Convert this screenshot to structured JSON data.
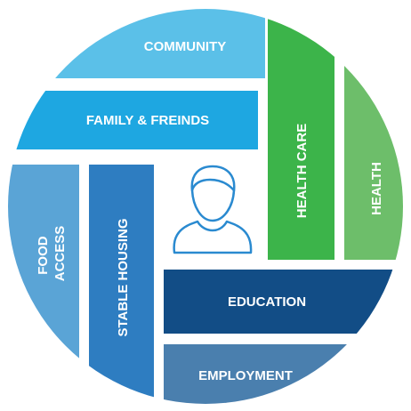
{
  "diagram": {
    "segments": {
      "community": {
        "label": "COMMUNITY",
        "color": "#5bc0e8"
      },
      "family": {
        "label": "FAMILY & FREINDS",
        "color": "#1ea7e1"
      },
      "health_care": {
        "label": "HEALTH CARE",
        "color": "#3cb44a"
      },
      "health": {
        "label": "HEALTH",
        "color": "#6dbe6a"
      },
      "food_access": {
        "label": "FOOD ACCESS",
        "color": "#5aa4d6",
        "lines": [
          "FOOD",
          "ACCESS"
        ]
      },
      "stable_housing": {
        "label": "STABLE HOUSING",
        "color": "#2e7dc1"
      },
      "education": {
        "label": "EDUCATION",
        "color": "#124d86"
      },
      "employment": {
        "label": "EMPLOYMENT",
        "color": "#4a7fae"
      }
    },
    "center_icon": {
      "name": "person-icon",
      "color": "#2a8ad0"
    }
  }
}
